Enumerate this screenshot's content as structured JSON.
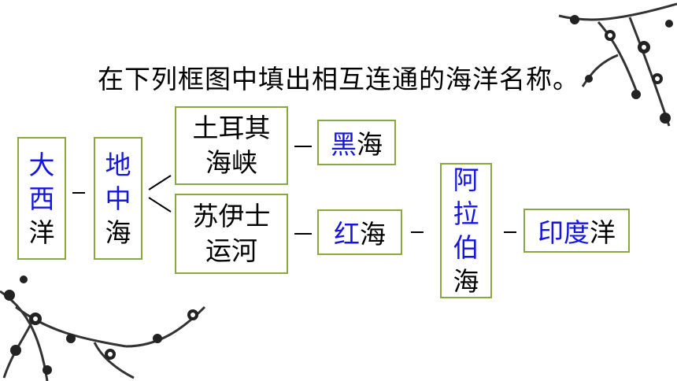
{
  "title": "在下列框图中填出相互连通的海洋名称。",
  "boxes": {
    "atlantic": [
      "大",
      "西",
      "洋"
    ],
    "mediterranean": [
      "地",
      "中",
      "海"
    ],
    "turkish_straits": [
      "土耳其",
      "海峡"
    ],
    "suez_canal": [
      "苏伊士",
      "运河"
    ],
    "black_sea": {
      "answer": "黑",
      "suffix": "海"
    },
    "red_sea": {
      "answer": "红",
      "suffix": "海"
    },
    "arabian_sea": [
      "阿",
      "拉",
      "伯",
      "海"
    ],
    "indian_ocean": {
      "answer": "印度",
      "suffix": "洋"
    }
  },
  "colors": {
    "answer": "#1515e0",
    "box_border": "#8aa840",
    "text": "#000000"
  }
}
